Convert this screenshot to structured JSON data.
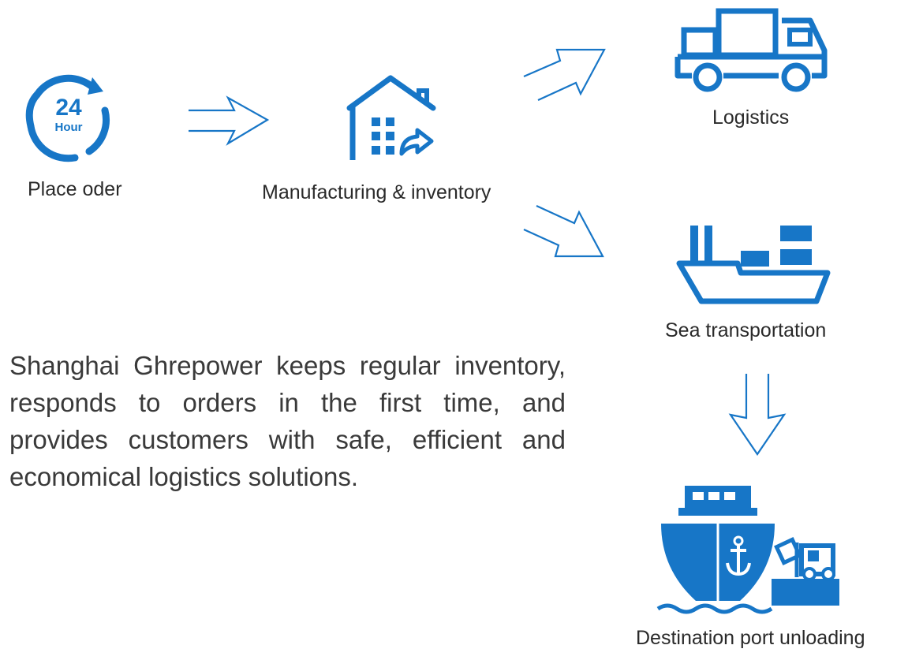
{
  "colors": {
    "accent": "#1776c7",
    "text": "#2a2a2a"
  },
  "steps": [
    {
      "label": "Place oder",
      "icon": "24-hour-clock-icon"
    },
    {
      "label": "Manufacturing & inventory",
      "icon": "warehouse-icon"
    },
    {
      "label": "Logistics",
      "icon": "truck-icon"
    },
    {
      "label": "Sea transportation",
      "icon": "cargo-ship-icon"
    },
    {
      "label": "Destination port unloading",
      "icon": "port-unloading-icon"
    }
  ],
  "clock_badge": {
    "number": "24",
    "unit": "Hour"
  },
  "description": "Shanghai Ghrepower keeps regular inventory, responds to orders in the first time, and provides customers with safe, efficient and economical logistics solutions."
}
